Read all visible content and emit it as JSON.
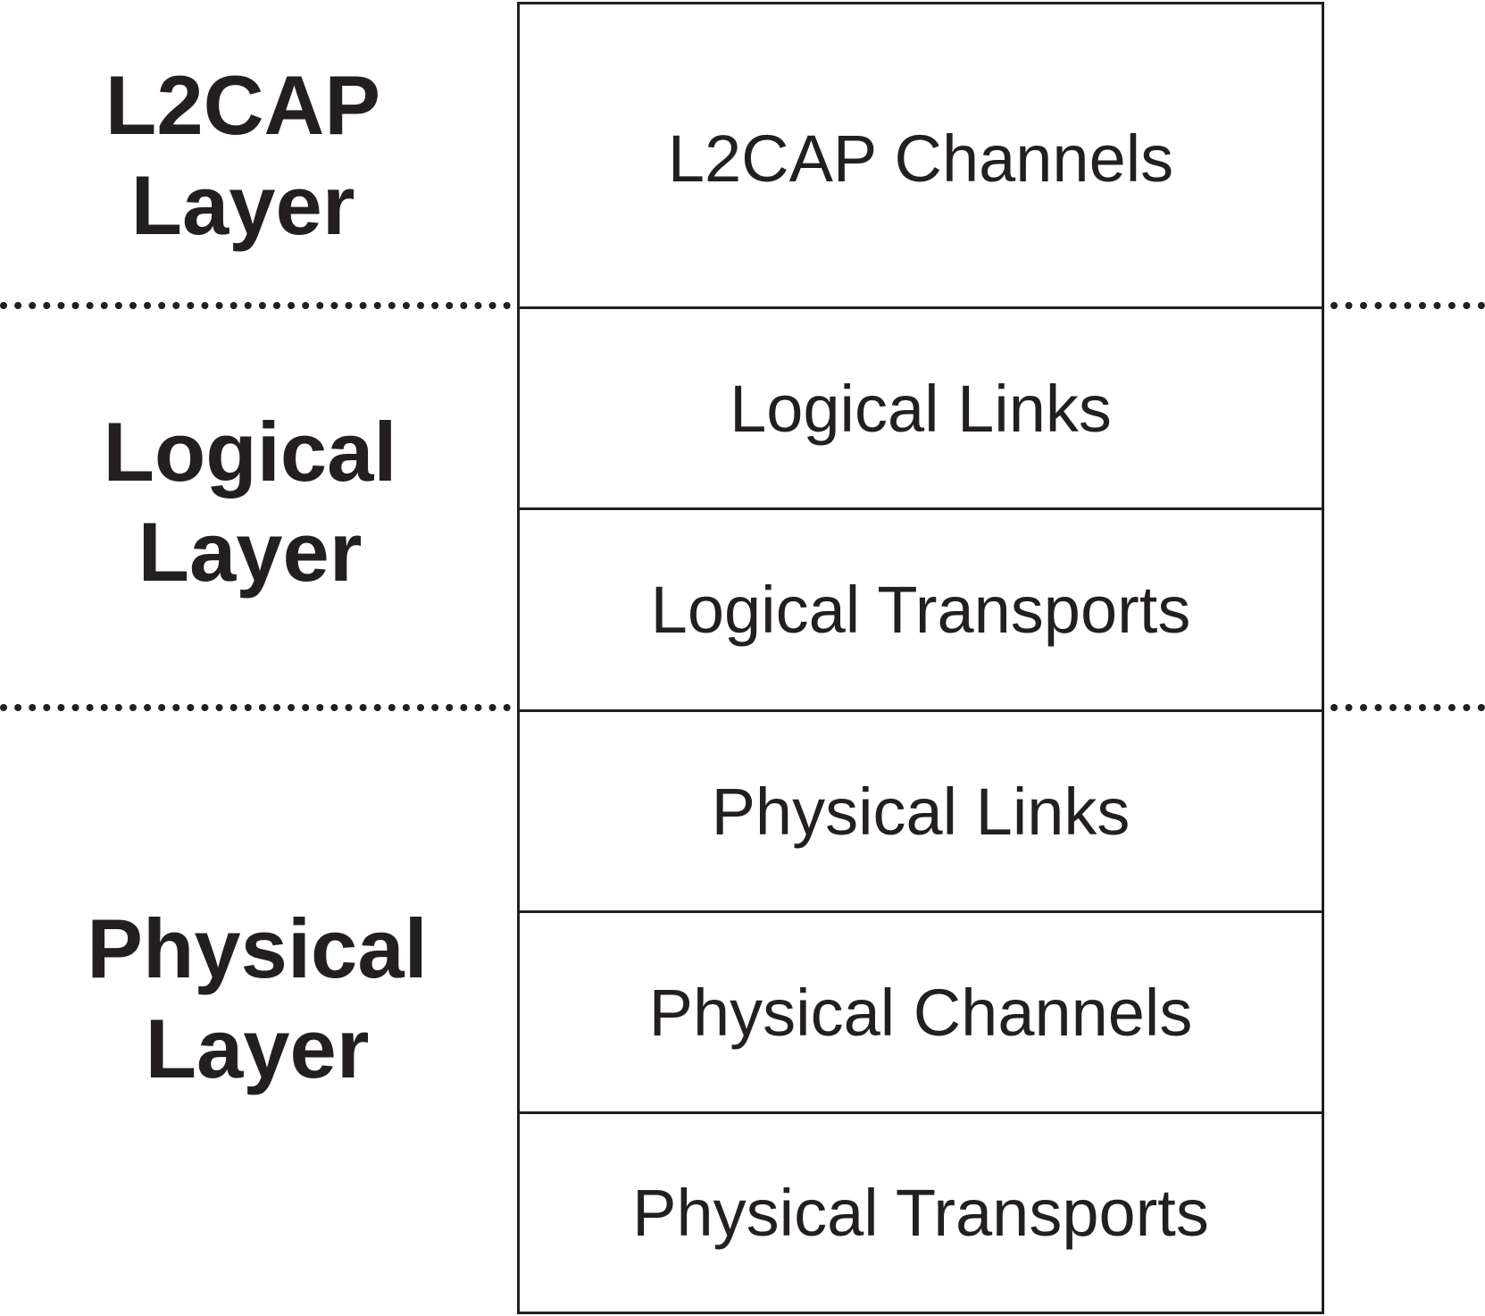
{
  "layers": [
    {
      "line1": "L2CAP",
      "line2": "Layer"
    },
    {
      "line1": "Logical",
      "line2": "Layer"
    },
    {
      "line1": "Physical",
      "line2": "Layer"
    }
  ],
  "stack": [
    "L2CAP Channels",
    "Logical Links",
    "Logical Transports",
    "Physical Links",
    "Physical Channels",
    "Physical Transports"
  ],
  "colors": {
    "ink": "#231f20",
    "background": "#ffffff"
  }
}
